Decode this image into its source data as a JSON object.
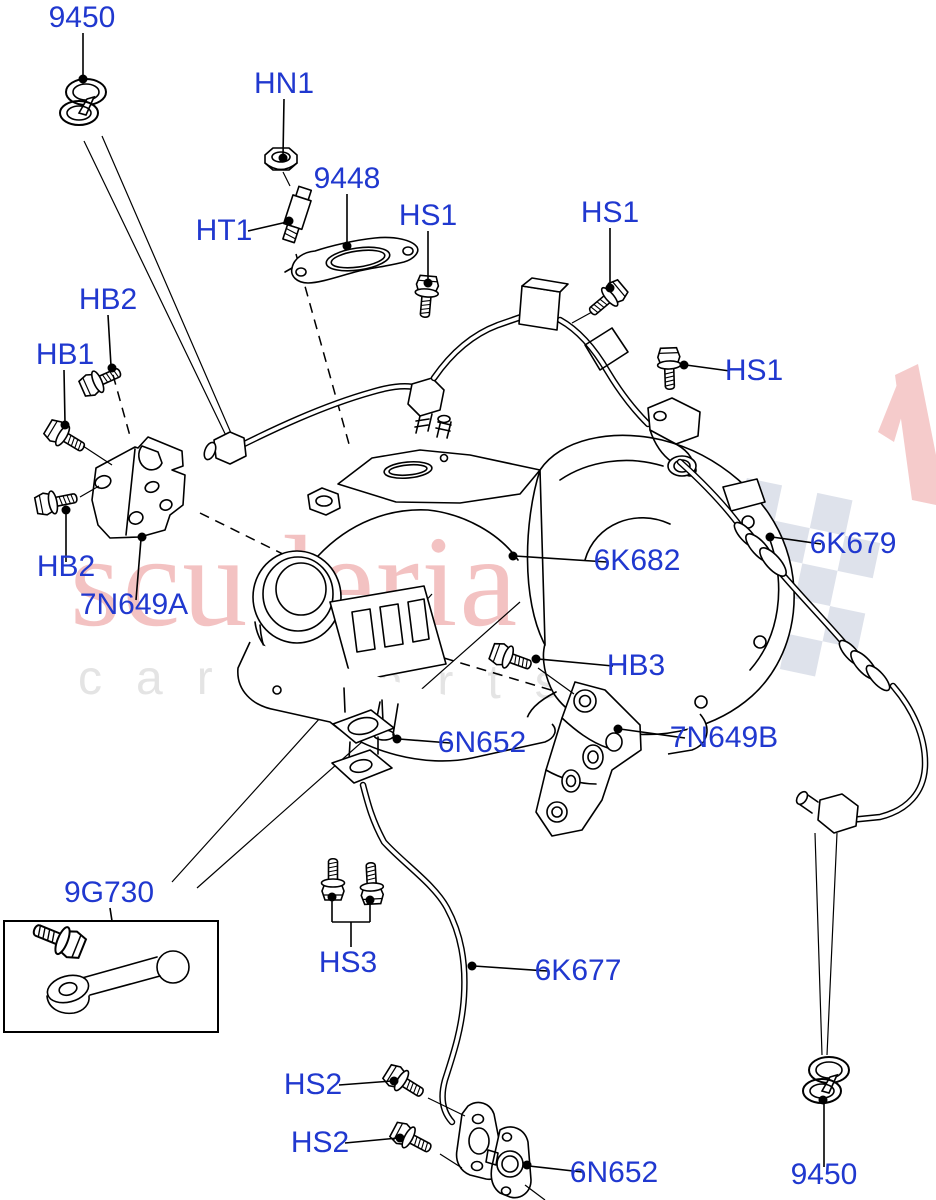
{
  "diagram": {
    "description": "Turbocharger and related parts exploded diagram",
    "label_color": "#2038cf",
    "line_color": "#000000",
    "labels": [
      {
        "id": "9450-top",
        "text": "9450"
      },
      {
        "id": "hn1",
        "text": "HN1"
      },
      {
        "id": "ht1",
        "text": "HT1"
      },
      {
        "id": "9448",
        "text": "9448"
      },
      {
        "id": "hs1-a",
        "text": "HS1"
      },
      {
        "id": "hs1-b",
        "text": "HS1"
      },
      {
        "id": "hs1-c",
        "text": "HS1"
      },
      {
        "id": "hb2-a",
        "text": "HB2"
      },
      {
        "id": "hb1",
        "text": "HB1"
      },
      {
        "id": "hb2-b",
        "text": "HB2"
      },
      {
        "id": "7n649a",
        "text": "7N649A"
      },
      {
        "id": "6k682",
        "text": "6K682"
      },
      {
        "id": "6k679",
        "text": "6K679"
      },
      {
        "id": "hb3",
        "text": "HB3"
      },
      {
        "id": "6n652-a",
        "text": "6N652"
      },
      {
        "id": "7n649b",
        "text": "7N649B"
      },
      {
        "id": "9g730",
        "text": "9G730"
      },
      {
        "id": "hs3",
        "text": "HS3"
      },
      {
        "id": "6k677",
        "text": "6K677"
      },
      {
        "id": "hs2-a",
        "text": "HS2"
      },
      {
        "id": "hs2-b",
        "text": "HS2"
      },
      {
        "id": "6n652-b",
        "text": "6N652"
      },
      {
        "id": "9450-bot",
        "text": "9450"
      }
    ]
  },
  "watermark": {
    "brand": "scuderia",
    "sub1": "car",
    "sub2": "parts",
    "brand_color": "#f2bcbc",
    "sub_color": "#e1e1e1",
    "flag_color": "#dbdfe9"
  }
}
